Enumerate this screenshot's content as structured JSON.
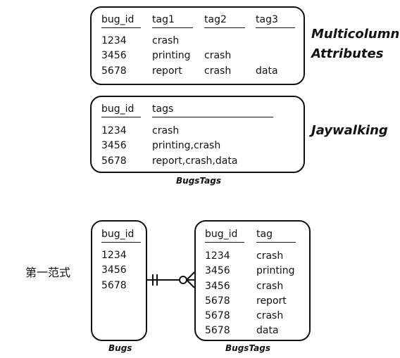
{
  "multicolumn": {
    "headers": [
      "bug_id",
      "tag1",
      "tag2",
      "tag3"
    ],
    "rows": [
      [
        "1234",
        "crash",
        "",
        ""
      ],
      [
        "3456",
        "printing",
        "crash",
        ""
      ],
      [
        "5678",
        "report",
        "crash",
        "data"
      ]
    ],
    "label_line1": "Multicolumn",
    "label_line2": "Attributes"
  },
  "jaywalking": {
    "headers": [
      "bug_id",
      "tags"
    ],
    "rows": [
      [
        "1234",
        "crash"
      ],
      [
        "3456",
        "printing,crash"
      ],
      [
        "5678",
        "report,crash,data"
      ]
    ],
    "label": "Jaywalking",
    "caption": "BugsTags"
  },
  "normal_form": {
    "label": "第一范式",
    "bugs": {
      "header": "bug_id",
      "rows": [
        "1234",
        "3456",
        "5678"
      ],
      "caption": "Bugs"
    },
    "bugstags": {
      "headers": [
        "bug_id",
        "tag"
      ],
      "rows": [
        [
          "1234",
          "crash"
        ],
        [
          "3456",
          "printing"
        ],
        [
          "3456",
          "crash"
        ],
        [
          "5678",
          "report"
        ],
        [
          "5678",
          "crash"
        ],
        [
          "5678",
          "data"
        ]
      ],
      "caption": "BugsTags"
    }
  }
}
